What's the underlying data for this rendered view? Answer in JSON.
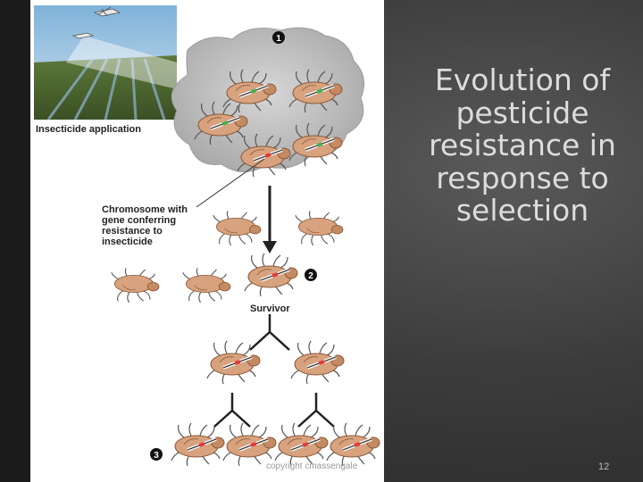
{
  "slide": {
    "title": "Evolution of pesticide resistance in response to selection",
    "footer": {
      "copyright": "copyright cmassengale",
      "page_number": "12"
    }
  },
  "figure": {
    "caption_application": "Insecticide application",
    "label_chromosome": "Chromosome with gene conferring resistance to insecticide",
    "label_survivor": "Survivor",
    "step_1": "1",
    "step_2": "2",
    "step_3": "3"
  },
  "colors": {
    "background": "#3c3c3c",
    "title_text": "#dcdcdc",
    "beetle": "#d8a27e",
    "cloud": "#bdbdbd"
  }
}
